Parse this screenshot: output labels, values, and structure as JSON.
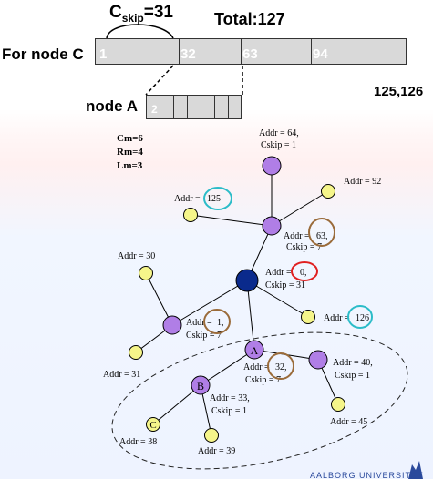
{
  "header": {
    "cskip_main": "C",
    "cskip_sub": "skip",
    "cskip_value": "=31",
    "total_label": "Total:127",
    "for_node_c": "For node C",
    "node_a": "node A",
    "range_end": "125,126",
    "bar_labels": [
      "1",
      "32",
      "63",
      "94"
    ],
    "node_a_cell": "2"
  },
  "params": {
    "cm": "Cm=6",
    "rm": "Rm=4",
    "lm": "Lm=3"
  },
  "colors": {
    "coordinator": "#0a2a8c",
    "router": "#b07ee6",
    "end_device": "#f5f58a",
    "teal_ring": "#2bbcc8",
    "brown_ring": "#9a6b3a",
    "red_ring": "#e02020"
  },
  "nodes": [
    {
      "id": "coord",
      "type": "coordinator",
      "letter": ""
    },
    {
      "id": "r64",
      "type": "router",
      "letter": ""
    },
    {
      "id": "r63",
      "type": "router",
      "letter": ""
    },
    {
      "id": "r1",
      "type": "router",
      "letter": ""
    },
    {
      "id": "rA",
      "type": "router",
      "letter": "A"
    },
    {
      "id": "r40",
      "type": "router",
      "letter": ""
    },
    {
      "id": "rB",
      "type": "router",
      "letter": "B"
    },
    {
      "id": "e92",
      "type": "end_device",
      "letter": ""
    },
    {
      "id": "e125",
      "type": "end_device",
      "letter": ""
    },
    {
      "id": "e30",
      "type": "end_device",
      "letter": ""
    },
    {
      "id": "e126",
      "type": "end_device",
      "letter": ""
    },
    {
      "id": "e31",
      "type": "end_device",
      "letter": ""
    },
    {
      "id": "e45",
      "type": "end_device",
      "letter": ""
    },
    {
      "id": "eC",
      "type": "end_device",
      "letter": "C"
    },
    {
      "id": "e39",
      "type": "end_device",
      "letter": ""
    }
  ],
  "labels": {
    "addr64_l1": "Addr = 64,",
    "addr64_l2": "Cskip = 1",
    "addr92": "Addr = 92",
    "addr125_pre": "Addr = ",
    "addr125_val": "125",
    "addr63_pre": "Addr = ",
    "addr63_val": "63,",
    "addr63_l2": "Cskip = 7",
    "addr30": "Addr = 30",
    "addr0_pre": "Addr = ",
    "addr0_val": "0,",
    "addr0_l2": "Cskip = 31",
    "addr126_pre": "Addr = ",
    "addr126_val": "126",
    "addr1_pre": "Addr = ",
    "addr1_val": "1,",
    "addr1_l2": "Cskip = 7",
    "addr31": "Addr = 31",
    "addr32_pre": "Addr = ",
    "addr32_val": "32,",
    "addr32_l2": "Cskip = 7",
    "addr40_l1": "Addr = 40,",
    "addr40_l2": "Cskip = 1",
    "addr33_l1": "Addr = 33,",
    "addr33_l2": "Cskip = 1",
    "addr45": "Addr = 45",
    "addr38": "Addr = 38",
    "addr39": "Addr = 39"
  },
  "footer": {
    "university": "AALBORG UNIVERSITET"
  }
}
